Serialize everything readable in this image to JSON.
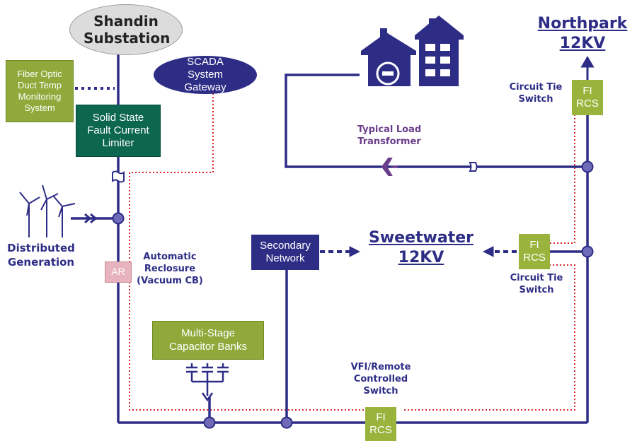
{
  "substation": "Shandin Substation",
  "scada": "SCADA System Gateway",
  "fiber_optic": "Fiber Optic Duct Temp Monitoring System",
  "limiter": "Solid State Fault Current Limiter",
  "distributed_generation": "Distributed Generation",
  "ar_box": "AR",
  "automatic_reclosure": "Automatic Reclosure\n(Vacuum CB)",
  "secondary_network": "Secondary Network",
  "sweetwater": "Sweetwater\n12KV",
  "northpark": "Northpark\n12KV",
  "typical_load_transformer": "Typical Load\nTransformer",
  "circuit_tie_switch_top": "Circuit Tie\nSwitch",
  "circuit_tie_switch_mid": "Circuit Tie\nSwitch",
  "fi_rcs_top": "FI\nRCS",
  "fi_rcs_mid": "FI\nRCS",
  "fi_rcs_bottom": "FI\nRCS",
  "capacitor_banks": "Multi-Stage Capacitor Banks",
  "vfi_switch": "VFI/Remote\nControlled\nSwitch",
  "colors": {
    "wire": "#2e2d86",
    "comm": "#d8262b",
    "olive": "#8fa93a",
    "teal": "#0c6650",
    "pink": "#e6b3bf",
    "transformer": "#6a3d8a"
  }
}
